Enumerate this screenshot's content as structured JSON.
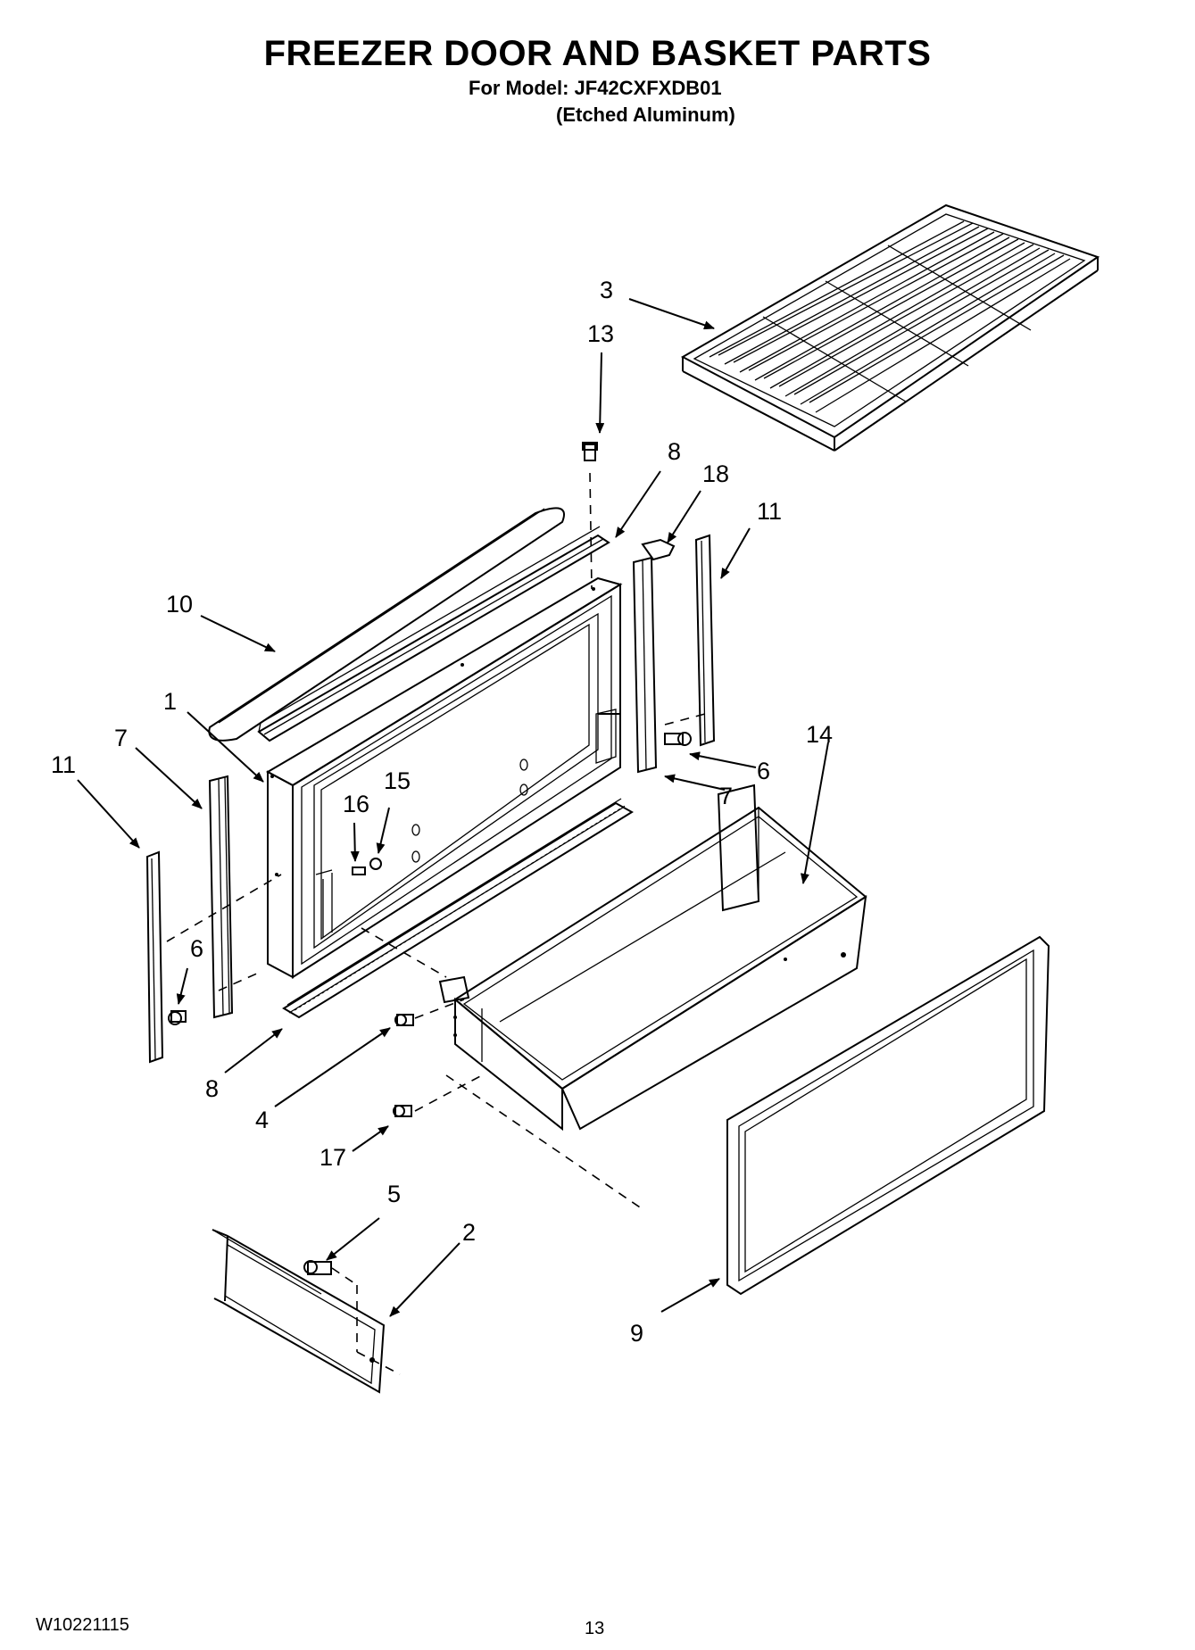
{
  "header": {
    "title": "FREEZER DOOR AND BASKET PARTS",
    "model_line": "For Model: JF42CXFXDB01",
    "finish_line": "(Etched Aluminum)"
  },
  "callouts": {
    "c1": "1",
    "c2": "2",
    "c3": "3",
    "c4": "4",
    "c5": "5",
    "c6a": "6",
    "c6b": "6",
    "c7a": "7",
    "c7b": "7",
    "c8a": "8",
    "c8b": "8",
    "c9": "9",
    "c10": "10",
    "c11a": "11",
    "c11b": "11",
    "c13": "13",
    "c14": "14",
    "c15": "15",
    "c16": "16",
    "c17": "17",
    "c18": "18"
  },
  "footer": {
    "doc_number": "W10221115",
    "page_number": "13"
  }
}
